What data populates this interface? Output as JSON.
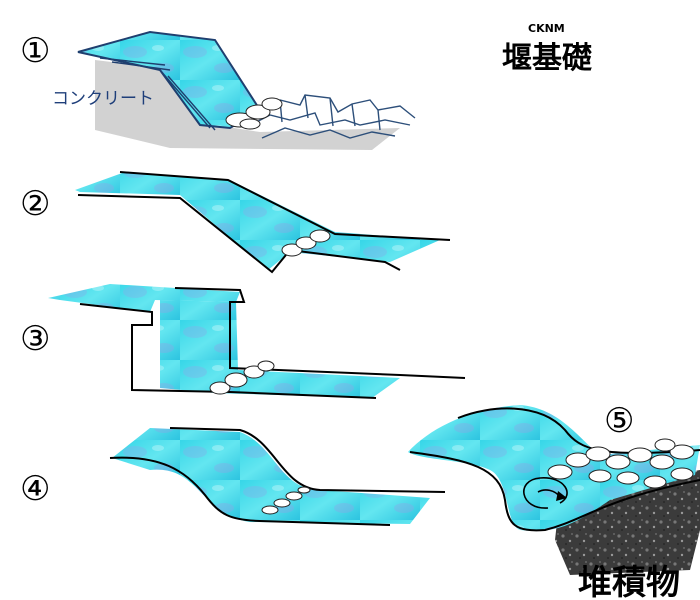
{
  "header": {
    "code": "CKNM",
    "title": "堰基礎"
  },
  "labels": {
    "concrete": "コンクリート",
    "sediment": "堆積物"
  },
  "panels": [
    {
      "number": "①"
    },
    {
      "number": "②"
    },
    {
      "number": "③"
    },
    {
      "number": "④"
    },
    {
      "number": "⑤"
    }
  ],
  "colors": {
    "water": "#4fe0ec",
    "water_dark": "#2ab8d8",
    "foam": "#ffffff",
    "concrete": "#cfcfcf",
    "sediment": "#3a3a3a",
    "outline": "#000000"
  }
}
